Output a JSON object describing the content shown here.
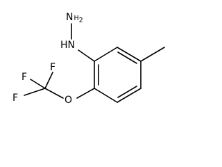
{
  "molecule": {
    "atoms": {
      "hydrazine_nh2": {
        "symbol": "N",
        "subscript_prefix": "H",
        "subscript": "2",
        "label": "NH2"
      },
      "hydrazine_nh": {
        "label": "HN"
      },
      "oxygen": {
        "label": "O"
      },
      "fluorine_top": {
        "label": "F"
      },
      "fluorine_left": {
        "label": "F"
      },
      "fluorine_bottom": {
        "label": "F"
      }
    }
  },
  "colors": {
    "bond": "#000000",
    "label": "#000000",
    "background": "#ffffff"
  }
}
